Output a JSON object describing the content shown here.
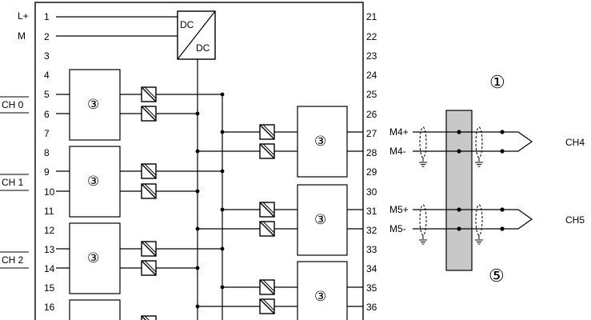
{
  "supply": {
    "l_plus": "L+",
    "m": "M",
    "dc_in": "DC",
    "dc_out": "DC"
  },
  "channels": [
    "CH 0",
    "CH 1",
    "CH 2"
  ],
  "left_pins": [
    "1",
    "2",
    "3",
    "4",
    "5",
    "6",
    "7",
    "8",
    "9",
    "10",
    "11",
    "12",
    "13",
    "14",
    "15",
    "16"
  ],
  "right_pins": [
    "21",
    "22",
    "23",
    "24",
    "25",
    "26",
    "27",
    "28",
    "29",
    "30",
    "31",
    "32",
    "33",
    "34",
    "35",
    "36"
  ],
  "module_ref": "③",
  "callout_top": "①",
  "callout_bottom": "⑤",
  "connections": {
    "m4_plus": "M4+",
    "m4_minus": "M4-",
    "m5_plus": "M5+",
    "m5_minus": "M5-",
    "ch4": "CH4",
    "ch5": "CH5"
  }
}
